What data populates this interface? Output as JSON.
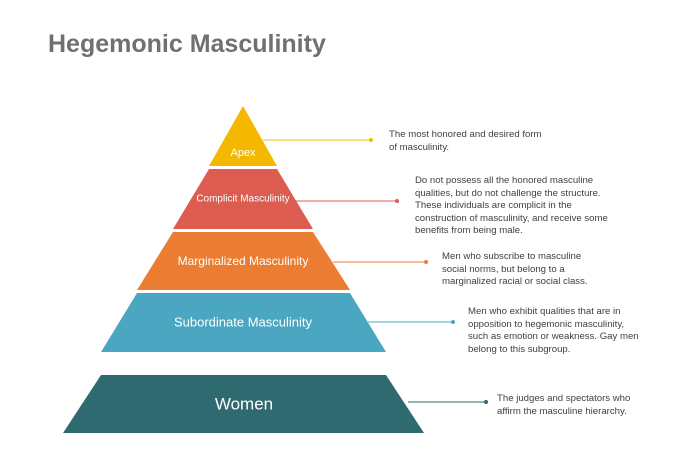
{
  "title": "Hegemonic Masculinity",
  "levels": [
    {
      "label": "Apex",
      "color": "#F5B800",
      "line_color": "#F5B800",
      "description": "The most honored and desired form of masculinity."
    },
    {
      "label": "Complicit Masculinity",
      "color": "#DC5C50",
      "line_color": "#DC5C50",
      "description": "Do not possess all the honored masculine qualities, but do not challenge the structure. These individuals are complicit in the construction of masculinity, and receive some benefits from being male."
    },
    {
      "label": "Marginalized Masculinity",
      "color": "#EB7D32",
      "line_color": "#EB7D32",
      "description": "Men who subscribe to masculine social norms, but belong to a marginalized racial or social class."
    },
    {
      "label": "Subordinate Masculinity",
      "color": "#4BA7C1",
      "line_color": "#4BA7C1",
      "description": "Men who exhibit qualities that are in opposition to hegemonic masculinity, such as emotion or weakness. Gay men belong to this subgroup."
    },
    {
      "label": "Women",
      "color": "#2E6A6F",
      "line_color": "#2E6A6F",
      "description": "The judges and spectators who affirm the masculine hierarchy."
    }
  ]
}
